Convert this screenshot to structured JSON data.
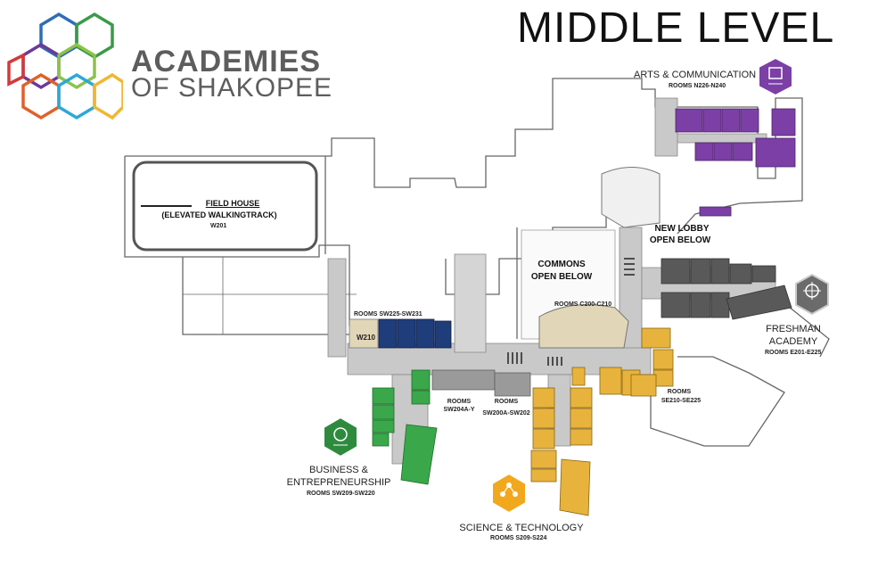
{
  "header": {
    "brand_line1": "ACADEMIES",
    "brand_line2": "OF SHAKOPEE",
    "title": "MIDDLE LEVEL"
  },
  "colors": {
    "arts": "#7b3fa6",
    "freshman": "#595959",
    "science": "#e8b33c",
    "business": "#3aa84a",
    "sw225": "#1f3d7a",
    "commons": "#e2d6b8",
    "corridor": "#c9c9c9",
    "walls": "#666666"
  },
  "map": {
    "field_house": {
      "title": "FIELD HOUSE",
      "subtitle": "(ELEVATED WALKINGTRACK)",
      "room": "W201"
    },
    "rooms_sw225": "ROOMS SW225-SW231",
    "w210": "W210",
    "commons_line1": "COMMONS",
    "commons_line2": "OPEN BELOW",
    "rooms_c200": "ROOMS C200-C210",
    "new_lobby_line1": "NEW LOBBY",
    "new_lobby_line2": "OPEN BELOW",
    "rooms_sw204_line1": "ROOMS",
    "rooms_sw204_line2": "SW204A-Y",
    "rooms_sw200_line1": "ROOMS",
    "rooms_sw200_line2": "SW200A-SW202",
    "rooms_se210_line1": "ROOMS",
    "rooms_se210_line2": "SE210-SE225"
  },
  "academies": {
    "arts": {
      "name": "ARTS & COMMUNICATION",
      "rooms": "ROOMS N226-N240",
      "icon": "arts-academy-icon"
    },
    "freshman": {
      "name_line1": "FRESHMAN",
      "name_line2": "ACADEMY",
      "rooms": "ROOMS E201-E225",
      "icon": "freshman-academy-icon"
    },
    "business": {
      "name_line1": "BUSINESS &",
      "name_line2": "ENTREPRENEURSHIP",
      "rooms": "ROOMS SW209-SW220",
      "icon": "business-academy-icon"
    },
    "science": {
      "name": "SCIENCE & TECHNOLOGY",
      "rooms": "ROOMS S209-S224",
      "icon": "science-academy-icon"
    }
  }
}
